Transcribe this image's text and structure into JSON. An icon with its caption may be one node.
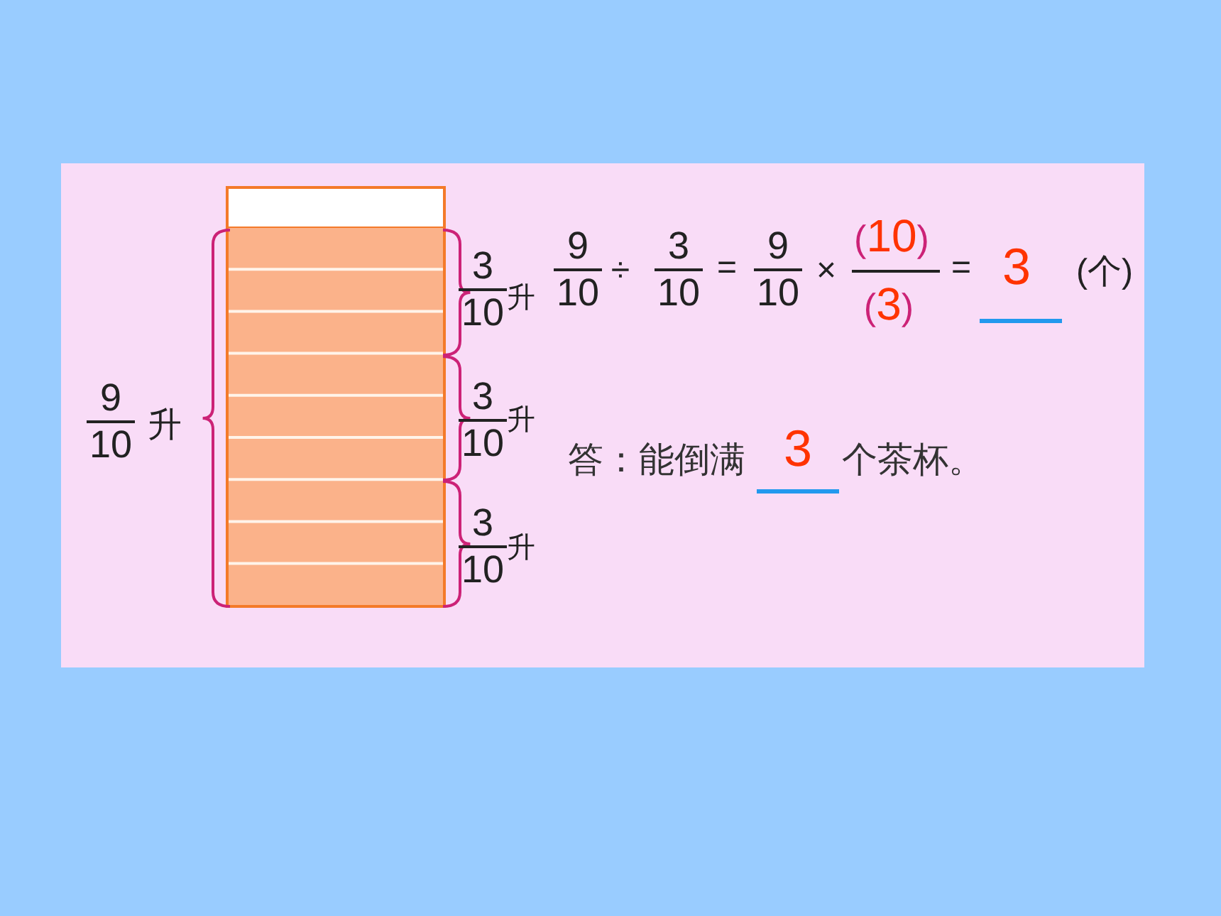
{
  "diagram": {
    "labels": [
      "9",
      "10",
      "升",
      "3",
      "10",
      "升",
      "3",
      "10",
      "升",
      "3",
      "10",
      "升",
      "9",
      "10",
      "÷",
      "3",
      "10",
      "=",
      "9",
      "10",
      "×",
      "(10)",
      "(3)",
      "=",
      "3",
      "(个)",
      "答：能倒满",
      "3",
      "个茶杯。"
    ]
  }
}
